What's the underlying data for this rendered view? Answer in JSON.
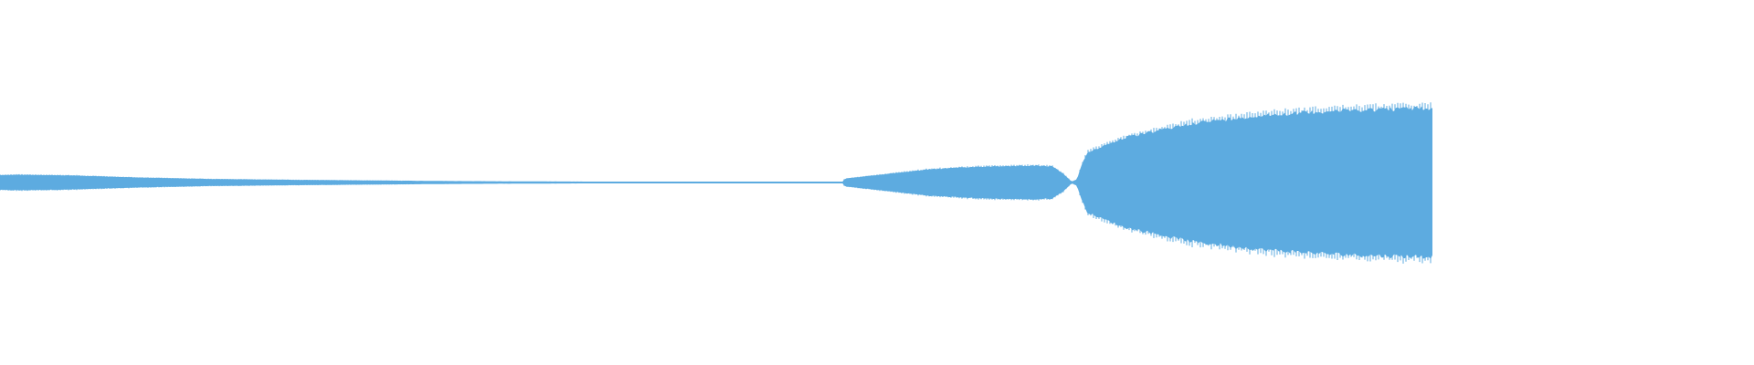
{
  "waveform": {
    "color": "#5dabe0",
    "background": "#ffffff",
    "duration_fraction_drawn": 0.8167,
    "envelope": [
      {
        "t": 0.0,
        "amp": 0.042
      },
      {
        "t": 0.01,
        "amp": 0.044
      },
      {
        "t": 0.04,
        "amp": 0.04
      },
      {
        "t": 0.08,
        "amp": 0.028
      },
      {
        "t": 0.12,
        "amp": 0.02
      },
      {
        "t": 0.18,
        "amp": 0.014
      },
      {
        "t": 0.26,
        "amp": 0.008
      },
      {
        "t": 0.34,
        "amp": 0.005
      },
      {
        "t": 0.42,
        "amp": 0.004
      },
      {
        "t": 0.47,
        "amp": 0.003
      },
      {
        "t": 0.4805,
        "amp": 0.003
      },
      {
        "t": 0.4815,
        "amp": 0.022
      },
      {
        "t": 0.5,
        "amp": 0.042
      },
      {
        "t": 0.53,
        "amp": 0.075
      },
      {
        "t": 0.56,
        "amp": 0.09
      },
      {
        "t": 0.59,
        "amp": 0.096
      },
      {
        "t": 0.6,
        "amp": 0.09
      },
      {
        "t": 0.606,
        "amp": 0.052
      },
      {
        "t": 0.611,
        "amp": 0.005
      },
      {
        "t": 0.614,
        "amp": 0.018
      },
      {
        "t": 0.6165,
        "amp": 0.095
      },
      {
        "t": 0.62,
        "amp": 0.17
      },
      {
        "t": 0.64,
        "amp": 0.25
      },
      {
        "t": 0.68,
        "amp": 0.335
      },
      {
        "t": 0.72,
        "amp": 0.38
      },
      {
        "t": 0.76,
        "amp": 0.405
      },
      {
        "t": 0.79,
        "amp": 0.415
      },
      {
        "t": 0.8167,
        "amp": 0.42
      }
    ]
  }
}
